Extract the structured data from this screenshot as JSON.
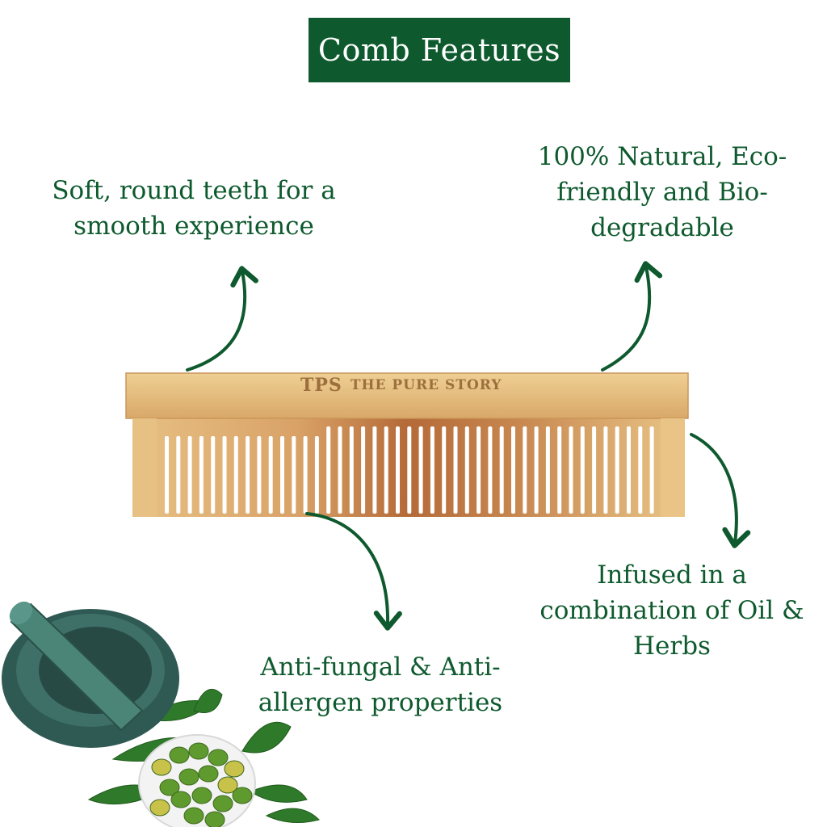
{
  "header": {
    "title": "Comb Features"
  },
  "features": [
    {
      "id": "soft-teeth",
      "text": "Soft, round teeth for a smooth experience"
    },
    {
      "id": "natural",
      "text": "100% Natural, Eco-friendly and Bio-degradable"
    },
    {
      "id": "infused",
      "text": "Infused in a combination of Oil & Herbs"
    },
    {
      "id": "anti-fungal",
      "text": "Anti-fungal & Anti-allergen properties"
    }
  ],
  "product": {
    "brand": "THE PURE STORY",
    "monogram": "TPS"
  },
  "colors": {
    "accent": "#0e5a2e",
    "wood_light": "#e2b877",
    "wood_dark": "#a85a2e"
  },
  "icons": [
    "arrow-icon",
    "mortar-pestle-icon",
    "neem-leaf-icon",
    "olive-bowl-icon"
  ]
}
